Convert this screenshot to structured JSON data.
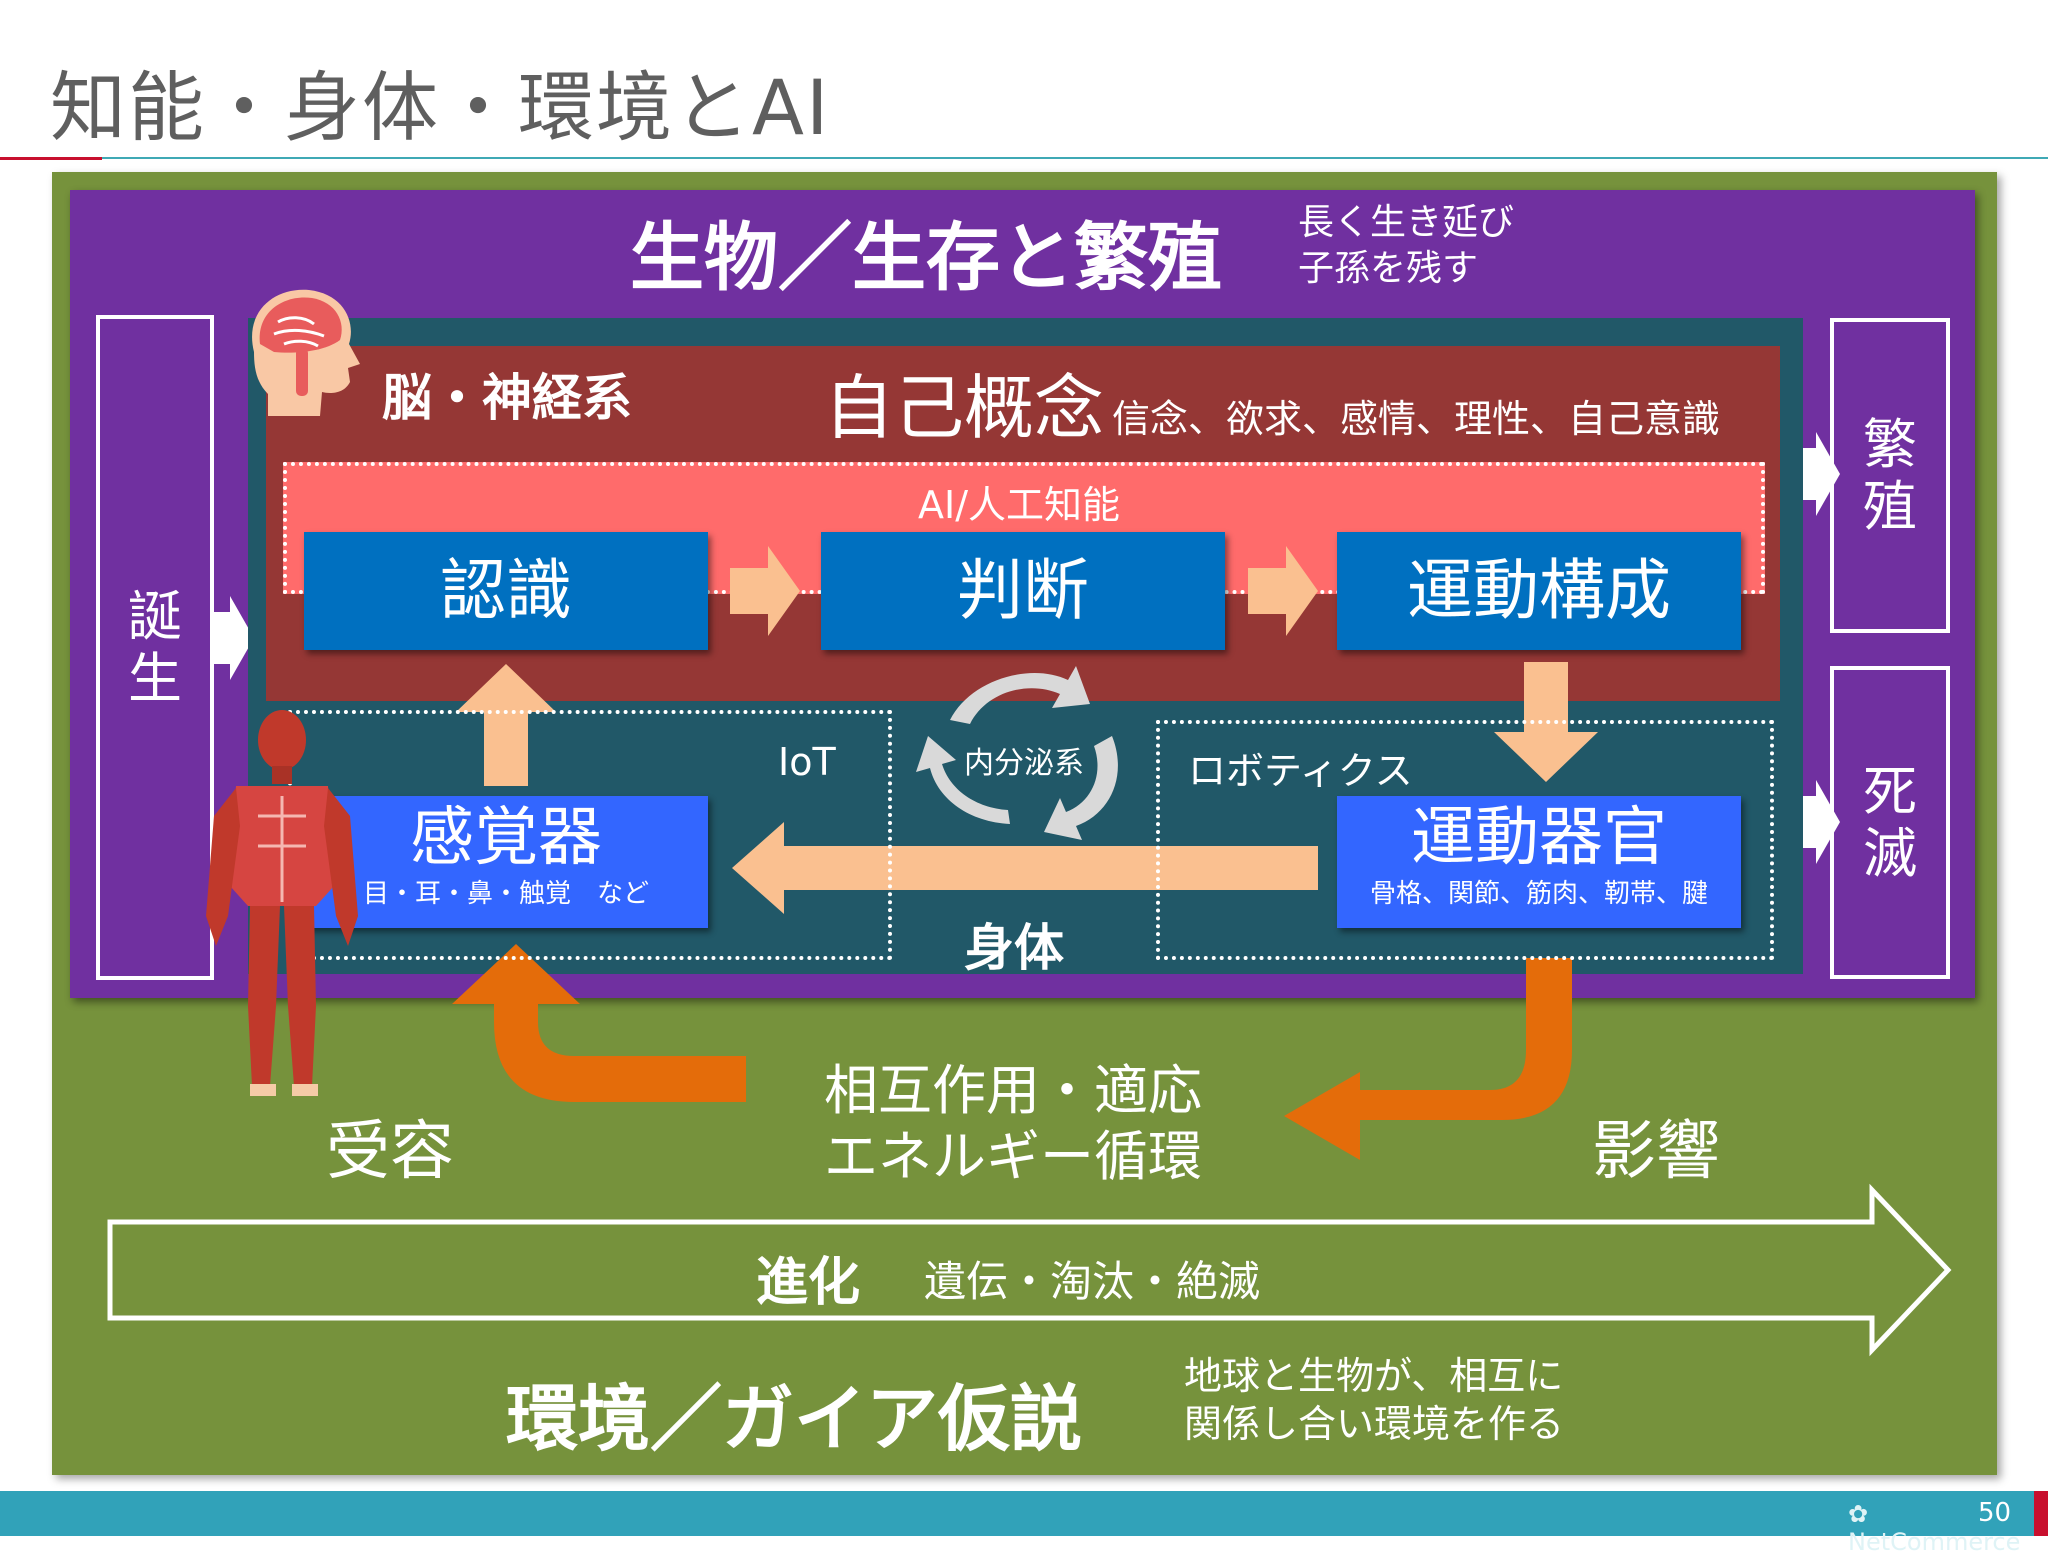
{
  "slide": {
    "title": "知能・身体・環境とAI",
    "page_number": "50",
    "logo_text": "NetCommerce"
  },
  "life": {
    "title": "生物／生存と繁殖",
    "subtitle_line1": "長く生き延び",
    "subtitle_line2": "子孫を残す"
  },
  "birth": {
    "label_line1": "誕",
    "label_line2": "生"
  },
  "reproduction": {
    "label_line1": "繁",
    "label_line2": "殖"
  },
  "extinction": {
    "label_line1": "死",
    "label_line2": "滅"
  },
  "brain": {
    "label": "脳・神経系",
    "self_concept": "自己概念",
    "self_concept_detail": "信念、欲求、感情、理性、自己意識",
    "ai_label": "AI/人工知能",
    "recognition": "認識",
    "judgment": "判断",
    "motor_planning": "運動構成"
  },
  "body": {
    "label": "身体",
    "endocrine": "内分泌系",
    "iot_label": "IoT",
    "robotics_label": "ロボティクス",
    "sensor": "感覚器",
    "sensor_detail": "目・耳・鼻・触覚　など",
    "motor_organ": "運動器官",
    "motor_organ_detail": "骨格、関節、筋肉、靭帯、腱"
  },
  "environment": {
    "receptance": "受容",
    "influence": "影響",
    "interaction_line1": "相互作用・適応",
    "interaction_line2": "エネルギー循環",
    "evolution_label": "進化",
    "evolution_detail": "遺伝・淘汰・絶滅",
    "title": "環境／ガイア仮説",
    "subtitle_line1": "地球と生物が、相互に",
    "subtitle_line2": "関係し合い環境を作る"
  },
  "colors": {
    "green": "#76923c",
    "purple": "#7030a0",
    "teal": "#215868",
    "brain_red": "#953735",
    "ai_pink": "#ff6b6b",
    "blue_box": "#0070c0",
    "bright_blue_box": "#3366ff",
    "peach_arrow": "#fac090",
    "orange_arrow": "#e46c0a",
    "footer": "#31a2b9"
  }
}
